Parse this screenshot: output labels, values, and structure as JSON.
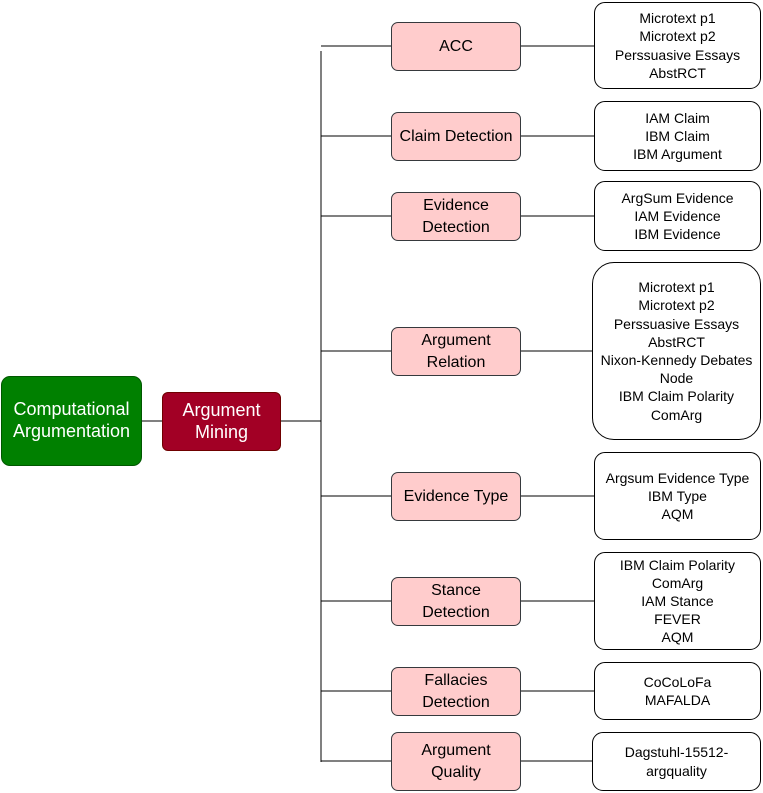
{
  "root": {
    "label": "Computational\nArgumentation"
  },
  "branch": {
    "label": "Argument\nMining"
  },
  "tasks": [
    {
      "label": "ACC",
      "datasets": "Microtext p1\nMicrotext p2\nPerssuasive Essays\nAbstRCT"
    },
    {
      "label": "Claim Detection",
      "datasets": "IAM Claim\nIBM Claim\nIBM Argument"
    },
    {
      "label": "Evidence\nDetection",
      "datasets": "ArgSum Evidence\nIAM Evidence\nIBM Evidence"
    },
    {
      "label": "Argument\nRelation",
      "datasets": "Microtext p1\nMicrotext p2\nPerssuasive Essays\nAbstRCT\nNixon-Kennedy Debates\nNode\nIBM Claim Polarity\nComArg"
    },
    {
      "label": "Evidence Type",
      "datasets": "Argsum Evidence Type\nIBM Type\nAQM"
    },
    {
      "label": "Stance\nDetection",
      "datasets": "IBM Claim Polarity\nComArg\nIAM Stance\nFEVER\nAQM"
    },
    {
      "label": "Fallacies\nDetection",
      "datasets": "CoCoLoFa\nMAFALDA"
    },
    {
      "label": "Argument\nQuality",
      "datasets": "Dagstuhl-15512-\nargquality"
    }
  ],
  "colors": {
    "root_fill": "#008000",
    "branch_fill": "#a20025",
    "task_fill": "#ffcccc",
    "dataset_fill": "#ffffff",
    "line": "#000000"
  }
}
